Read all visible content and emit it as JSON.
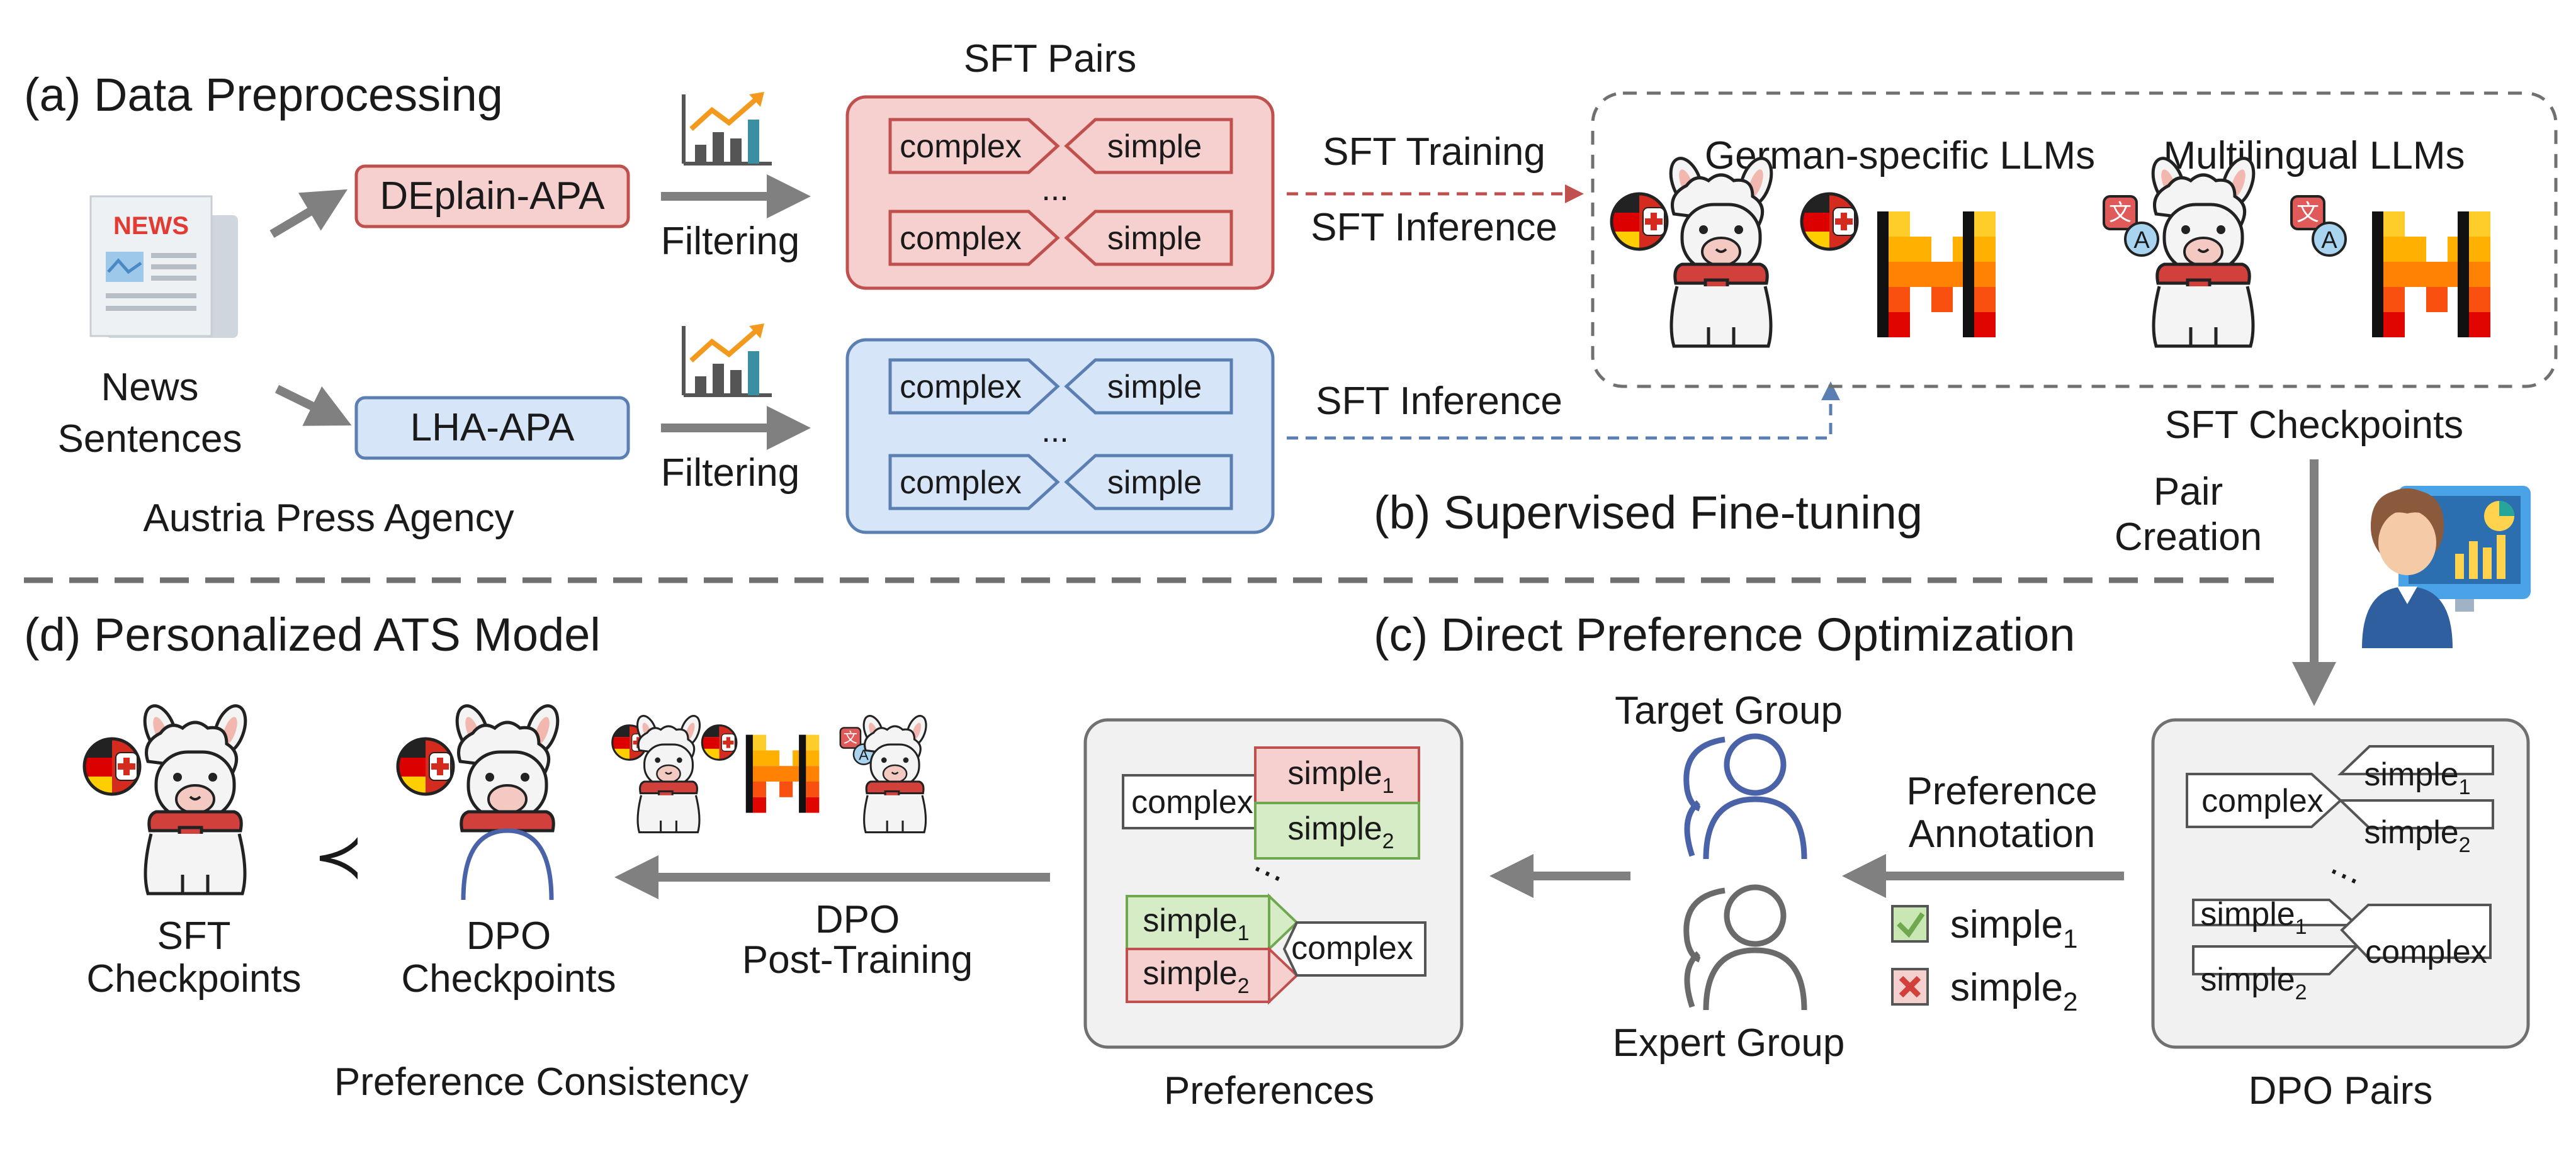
{
  "sections": {
    "a": "(a) Data Preprocessing",
    "b": "(b) Supervised Fine-tuning",
    "c": "(c) Direct Preference Optimization",
    "d": "(d) Personalized ATS Model"
  },
  "news": {
    "icon_text": "NEWS",
    "label_line1": "News",
    "label_line2": "Sentences",
    "source": "Austria Press Agency"
  },
  "datasets": {
    "deplain": "DEplain-APA",
    "lha": "LHA-APA"
  },
  "filtering": "Filtering",
  "sft_pairs": {
    "title": "SFT Pairs",
    "complex": "complex",
    "simple": "simple",
    "ellipsis": "..."
  },
  "flows": {
    "sft_training": "SFT Training",
    "sft_inference": "SFT Inference",
    "pair_creation_line1": "Pair",
    "pair_creation_line2": "Creation",
    "preference_annotation_line1": "Preference",
    "preference_annotation_line2": "Annotation",
    "dpo_post_training_line1": "DPO",
    "dpo_post_training_line2": "Post-Training"
  },
  "llms": {
    "german": "German-specific LLMs",
    "multilingual": "Multilingual LLMs",
    "checkpoints": "SFT Checkpoints"
  },
  "groups": {
    "target": "Target Group",
    "expert": "Expert Group"
  },
  "dpo_pairs": {
    "title": "DPO Pairs",
    "complex": "complex",
    "simple": "simple",
    "sub1": "1",
    "sub2": "2",
    "ellipsis": "⋯"
  },
  "annotation": {
    "simple": "simple",
    "sub1": "1",
    "sub2": "2"
  },
  "preferences": {
    "title": "Preferences",
    "complex": "complex",
    "simple": "simple",
    "sub1": "1",
    "sub2": "2",
    "ellipsis": "⋯"
  },
  "personalized": {
    "sft_line1": "SFT",
    "sft_line2": "Checkpoints",
    "dpo_line1": "DPO",
    "dpo_line2": "Checkpoints",
    "relation": "≺",
    "consistency": "Preference Consistency"
  },
  "colors": {
    "red_fill": "#f6cfcf",
    "red_stroke": "#c0504d",
    "blue_fill": "#d6e6f8",
    "blue_stroke": "#5b7fb3",
    "green_fill": "#d6ecc6",
    "green_stroke": "#6fa84f",
    "gray_fill": "#f1f1f1",
    "gray_stroke": "#707070",
    "arrow": "#808080"
  }
}
